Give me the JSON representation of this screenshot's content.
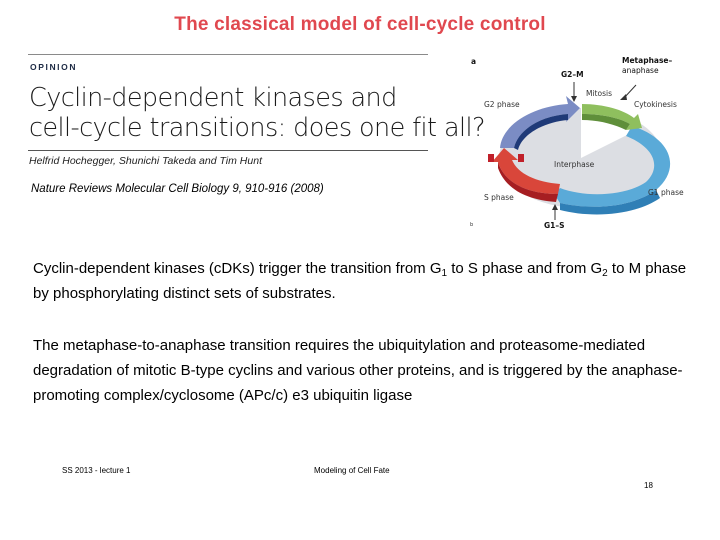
{
  "slide": {
    "title": "The classical model of cell-cycle control",
    "article": {
      "section_label": "OPINION",
      "title_line1": "Cyclin-dependent kinases and",
      "title_line2": "cell-cycle transitions: does one fit all?",
      "authors": "Helfrid Hochegger, Shunichi Takeda and Tim Hunt"
    },
    "citation": "Nature Reviews Molecular Cell Biology 9, 910-916 (2008)",
    "diagram": {
      "panel_label": "a",
      "panel_label_bottom": "b",
      "labels": {
        "g2m": "G2–M",
        "metaphase_line1": "Metaphase–",
        "metaphase_line2": "anaphase",
        "mitosis": "Mitosis",
        "cytokinesis": "Cytokinesis",
        "g2_phase": "G2 phase",
        "interphase": "Interphase",
        "s_phase": "S phase",
        "g1_phase": "G1 phase",
        "g1s": "G1–S"
      },
      "colors": {
        "g2": "#7b8cc4",
        "g2_dark": "#1f3a78",
        "mitosis": "#8fbf5e",
        "mitosis_dark": "#5f8f3a",
        "g1": "#5aaad8",
        "g1_dark": "#2f7fb6",
        "s": "#d9463a",
        "s_dark": "#a61e22",
        "interphase": "#dcdee3"
      }
    },
    "paragraph1": {
      "part1": "Cyclin-dependent kinases (cDKs) trigger the transition from G",
      "sub1": "1",
      "part2": " to S phase and from G",
      "sub2": "2",
      "part3": " to M phase by phosphorylating distinct sets of substrates."
    },
    "paragraph2": "The metaphase-to-anaphase transition requires the ubiquitylation and proteasome-mediated degradation of mitotic B-type cyclins and various other proteins, and is triggered by the anaphase-promoting complex/cyclosome (APc/c) e3 ubiquitin ligase",
    "footer": {
      "left": "SS 2013 - lecture 1",
      "center": "Modeling of Cell Fate",
      "page_number": "18"
    },
    "colors": {
      "title": "#e0484f"
    }
  }
}
